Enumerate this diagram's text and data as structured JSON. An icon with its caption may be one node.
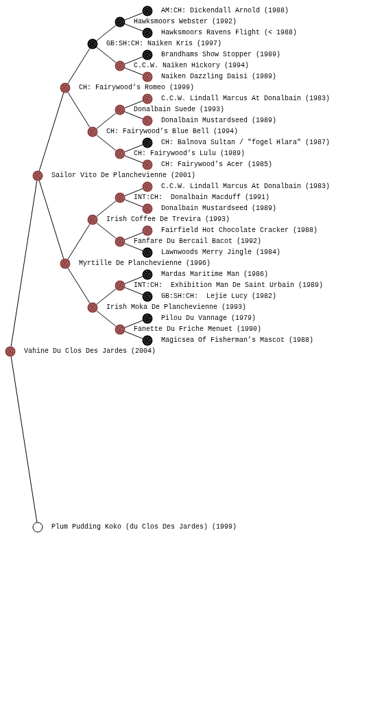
{
  "diagram": {
    "nodes": [
      {
        "text": [],
        "shape": "circle",
        "beside": [
          "AM:CH: Dickendall Arnold (1988)"
        ]
      },
      {
        "text": [],
        "shape": "circle"
      },
      {
        "text": [],
        "shape": "circle",
        "beside": [
          "Hawksmoors Ravens Flight (< 1988)"
        ]
      },
      {
        "text": [],
        "shape": "circle"
      },
      {
        "text": [],
        "shape": "circle",
        "beside": [
          "Brandhams Show Stopper (1989)"
        ]
      },
      {
        "text": [],
        "shape": "circle"
      },
      {
        "text": [],
        "shape": "circle",
        "beside": [
          "Naiken Dazzling Daisi (1989)"
        ]
      },
      {
        "text": [],
        "shape": "circle"
      },
      {
        "text": [],
        "shape": "circle",
        "beside": [
          "C.C.W. Lindall Marcus At Donalbain (1983)"
        ]
      },
      {
        "text": [],
        "shape": "circle"
      },
      {
        "text": [],
        "shape": "circle",
        "beside": [
          "Donalbain Mustardseed (1989)"
        ]
      },
      {
        "text": [],
        "shape": "circle"
      },
      {
        "text": [],
        "shape": "circle",
        "beside": [
          "CH: Balnova Sultan / \"fogel Hlara\" (1987)"
        ]
      },
      {
        "text": [],
        "shape": "circle"
      },
      {
        "text": [],
        "shape": "circle",
        "beside": [
          "CH: Fairywood’s Acer (1985)"
        ]
      },
      {
        "text": [],
        "shape": "circle"
      },
      {
        "text": [],
        "shape": "circle",
        "beside": [
          "C.C.W. Lindall Marcus At Donalbain (1983)"
        ]
      },
      {
        "text": [],
        "shape": "circle"
      },
      {
        "text": [],
        "shape": "circle",
        "beside": [
          "Donalbain Mustardseed (1989)"
        ]
      },
      {
        "text": [],
        "shape": "circle"
      },
      {
        "text": [],
        "shape": "circle",
        "beside": [
          "Fairfield Hot Chocolate Cracker (1988)"
        ]
      },
      {
        "text": [],
        "shape": "circle"
      },
      {
        "text": [],
        "shape": "circle",
        "beside": [
          "Lawnwoods Merry Jingle (1984)"
        ]
      },
      {
        "text": [],
        "shape": "circle"
      },
      {
        "text": [],
        "shape": "circle",
        "beside": [
          "Mardas Maritime Man (1986)"
        ]
      },
      {
        "text": [],
        "shape": "circle"
      },
      {
        "text": [],
        "shape": "circle",
        "beside": [
          "GB:SH:CH:  Lejie Lucy (1982)"
        ]
      },
      {
        "text": [],
        "shape": "circle"
      },
      {
        "text": [],
        "shape": "circle",
        "beside": [
          "Pilou Du Vannage (1979)"
        ]
      },
      {
        "text": [],
        "shape": "circle"
      },
      {
        "text": [],
        "shape": "circle",
        "beside": [
          "Magicsea Of Fisherman’s Mascot (1988)"
        ]
      },
      {
        "text": [],
        "shape": "circle"
      },
      {
        "text": [],
        "shape": "circle",
        "beside": [
          "Plum Pudding Koko (du Clos Des Jardes) (1999)"
        ]
      }
    ],
    "edges": [
      {
        "from": 31,
        "to": 15,
        "arrow": "none"
      },
      {
        "from": 31,
        "to": 32,
        "arrow": "none"
      },
      {
        "from": 15,
        "to": 7,
        "arrow": "none"
      },
      {
        "from": 15,
        "to": 23,
        "arrow": "none"
      },
      {
        "from": 7,
        "to": 3,
        "arrow": "none"
      },
      {
        "from": 7,
        "to": 11,
        "arrow": "none"
      },
      {
        "from": 23,
        "to": 19,
        "arrow": "none"
      },
      {
        "from": 23,
        "to": 27,
        "arrow": "none"
      },
      {
        "from": 3,
        "to": 1,
        "arrow": "none"
      },
      {
        "from": 3,
        "to": 5,
        "arrow": "none"
      },
      {
        "from": 11,
        "to": 9,
        "arrow": "none"
      },
      {
        "from": 11,
        "to": 13,
        "arrow": "none"
      },
      {
        "from": 19,
        "to": 17,
        "arrow": "none"
      },
      {
        "from": 19,
        "to": 21,
        "arrow": "none"
      },
      {
        "from": 27,
        "to": 25,
        "arrow": "none"
      },
      {
        "from": 27,
        "to": 29,
        "arrow": "none"
      },
      {
        "from": 1,
        "to": 0,
        "arrow": "none"
      },
      {
        "from": 1,
        "to": 2,
        "arrow": "none"
      },
      {
        "from": 5,
        "to": 4,
        "arrow": "none"
      },
      {
        "from": 5,
        "to": 6,
        "arrow": "none"
      },
      {
        "from": 9,
        "to": 8,
        "arrow": "none"
      },
      {
        "from": 9,
        "to": 10,
        "arrow": "none"
      },
      {
        "from": 13,
        "to": 12,
        "arrow": "none"
      },
      {
        "from": 13,
        "to": 14,
        "arrow": "none"
      },
      {
        "from": 17,
        "to": 16,
        "arrow": "none"
      },
      {
        "from": 17,
        "to": 18,
        "arrow": "none"
      },
      {
        "from": 21,
        "to": 20,
        "arrow": "none"
      },
      {
        "from": 21,
        "to": 22,
        "arrow": "none"
      },
      {
        "from": 25,
        "to": 24,
        "arrow": "none"
      },
      {
        "from": 25,
        "to": 26,
        "arrow": "none"
      },
      {
        "from": 29,
        "to": 28,
        "arrow": "none"
      },
      {
        "from": 29,
        "to": 30,
        "arrow": "none"
      }
    ],
    "labels": [
      "Hawksmoors Webster (1992)",
      "GB:SH:CH: Naiken Kris (1997)",
      "C.C.W. Naiken Hickory (1994)",
      "CH: Fairywood’s Romeo (1999)",
      "Donalbain Suede (1993)",
      "CH: Fairywood’s Blue Bell (1994)",
      "CH: Fairywood’s Lulu (1989)",
      "Sailor Vito De Planchevienne (2001)",
      "INT:CH:  Donalbain Macduff (1991)",
      "Irish Coffee De Trevira (1993)",
      "Fanfare Du Bercail Bacot (1992)",
      "Myrtille De Planchevienne (1996)",
      "INT:CH:  Exhibition Man De Saint Urbain (1989)",
      "Irish Moka De Planchevienne (1993)",
      "Fanette Du Friche Menuet (1990)",
      "Vahine Du Clos Des Jardes (2004)"
    ]
  }
}
